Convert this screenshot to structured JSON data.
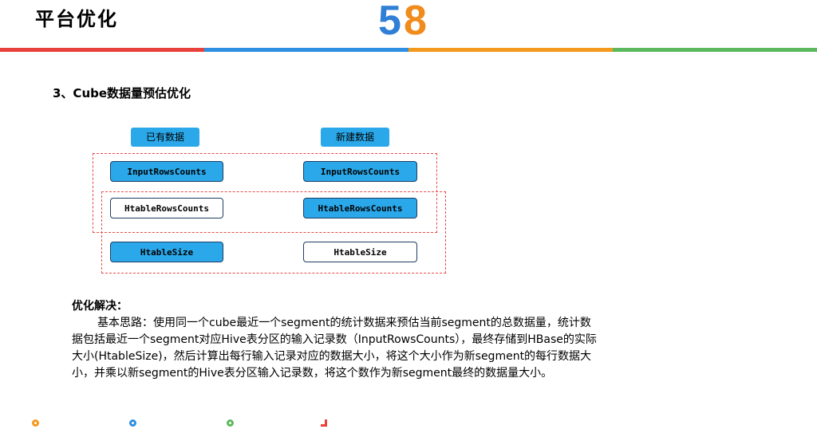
{
  "header": {
    "title": "平台优化",
    "logo_text_5": "5",
    "logo_text_8": "8",
    "colors": {
      "logo_blue": "#2f7fd6",
      "logo_orange": "#f08b1c",
      "stripe": [
        "#e8413b",
        "#2f8fe0",
        "#f39a1c",
        "#5cb85c"
      ]
    }
  },
  "section": {
    "heading": "3、Cube数据量预估优化"
  },
  "diagram": {
    "colors": {
      "fill": "#2aa8ea",
      "tag": "#2aa8ea",
      "dash": "#e84a4a"
    },
    "existing": {
      "label": "已有数据",
      "rows": [
        {
          "text": "InputRowsCounts",
          "style": "filled"
        },
        {
          "text": "HtableRowsCounts",
          "style": "outline"
        },
        {
          "text": "HtableSize",
          "style": "filled"
        }
      ]
    },
    "new": {
      "label": "新建数据",
      "rows": [
        {
          "text": "InputRowsCounts",
          "style": "filled"
        },
        {
          "text": "HtableRowsCounts",
          "style": "filled"
        },
        {
          "text": "HtableSize",
          "style": "outline"
        }
      ]
    }
  },
  "solution": {
    "title": "优化解决：",
    "body": "基本思路：使用同一个cube最近一个segment的统计数据来预估当前segment的总数据量，统计数据包括最近一个segment对应Hive表分区的输入记录数（InputRowsCounts），最终存储到HBase的实际大小(HtableSize)，然后计算出每行输入记录对应的数据大小，将这个大小作为新segment的每行数据大小，并乘以新segment的Hive表分区输入记录数，将这个数作为新segment最终的数据量大小。"
  },
  "footer": {
    "marks": [
      {
        "shape": "ring",
        "color": "#f39a1c"
      },
      {
        "shape": "ring",
        "color": "#2f8fe0"
      },
      {
        "shape": "ring",
        "color": "#5cb85c"
      },
      {
        "shape": "corner",
        "color": "#e8413b"
      }
    ]
  }
}
